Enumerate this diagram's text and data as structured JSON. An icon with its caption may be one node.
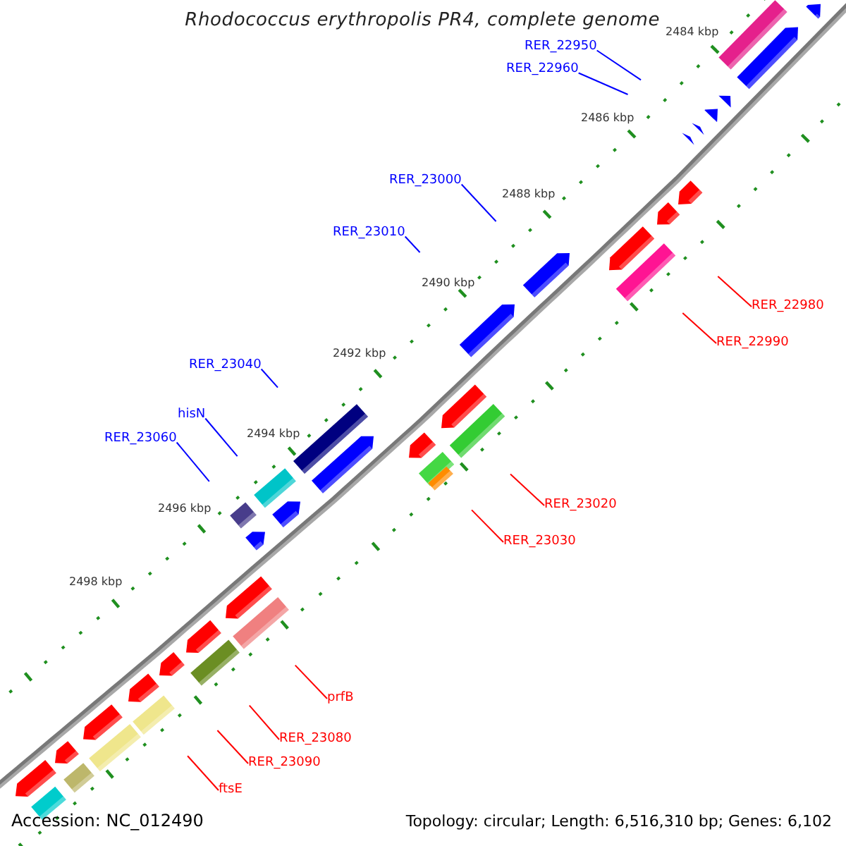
{
  "diagram": {
    "title": "Rhodococcus erythropolis PR4, complete genome",
    "nodes": [
      {
        "text": [
          "RER_22950"
        ]
      },
      {
        "text": [
          "RER_22960"
        ]
      },
      {
        "text": [
          "RER_23000"
        ]
      },
      {
        "text": [
          "RER_23010"
        ]
      },
      {
        "text": [
          "RER_22980"
        ]
      },
      {
        "text": [
          "RER_22990"
        ]
      },
      {
        "text": [
          "RER_23040"
        ]
      },
      {
        "text": [
          "hisN"
        ]
      },
      {
        "text": [
          "RER_23060"
        ]
      },
      {
        "text": [
          "RER_23020"
        ]
      },
      {
        "text": [
          "RER_23030"
        ]
      },
      {
        "text": [
          "prfB"
        ]
      },
      {
        "text": [
          "RER_23080"
        ]
      },
      {
        "text": [
          "RER_23090"
        ]
      },
      {
        "text": [
          "ftsE"
        ]
      }
    ],
    "edges": [
      {
        "from": 0,
        "to": null,
        "arrow": "none",
        "color": "#0000ff"
      },
      {
        "from": 1,
        "to": null,
        "arrow": "none",
        "color": "#0000ff"
      },
      {
        "from": 2,
        "to": null,
        "arrow": "none",
        "color": "#0000ff"
      },
      {
        "from": 3,
        "to": null,
        "arrow": "none",
        "color": "#0000ff"
      },
      {
        "from": 4,
        "to": null,
        "arrow": "none"
      },
      {
        "from": 5,
        "to": null,
        "arrow": "none"
      },
      {
        "from": 6,
        "to": null,
        "arrow": "none",
        "color": "#0000ff"
      },
      {
        "from": 7,
        "to": null,
        "arrow": "none",
        "color": "#0000ff"
      },
      {
        "from": 8,
        "to": null,
        "arrow": "none",
        "color": "#0000ff"
      },
      {
        "from": 9,
        "to": null,
        "arrow": "none"
      },
      {
        "from": 10,
        "to": null,
        "arrow": "none"
      },
      {
        "from": 11,
        "to": null,
        "arrow": "none"
      },
      {
        "from": 12,
        "to": null,
        "arrow": "none"
      },
      {
        "from": 13,
        "to": null,
        "arrow": "none"
      },
      {
        "from": 14,
        "to": null,
        "arrow": "none"
      }
    ],
    "labels": [
      "2484 kbp",
      "2486 kbp",
      "2488 kbp",
      "2490 kbp",
      "2492 kbp",
      "2494 kbp",
      "2496 kbp",
      "2498 kbp",
      "Accession: NC_012490",
      "Topology: circular; Length: 6,516,310 bp; Genes: 6,102"
    ]
  }
}
